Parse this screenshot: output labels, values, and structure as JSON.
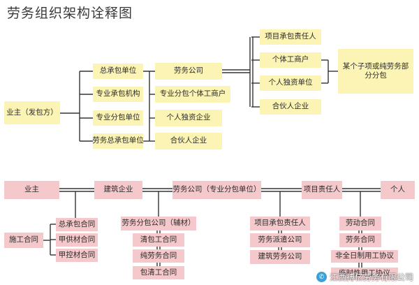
{
  "title": "劳务组织架构诠释图",
  "top": {
    "client": "业主（发包方）",
    "contractors": [
      "总承包单位",
      "专业承包机构",
      "专业分包单位",
      "劳务总承包单位"
    ],
    "labor_company": "劳务公司",
    "specialty_subs": [
      "专业分包个体工商户",
      "个人独资企业",
      "合伙人企业"
    ],
    "project_side": [
      "项目承包责任人",
      "个体工商户",
      "个人独资单位",
      "合伙人企业"
    ],
    "outcome": "某个子项或纯劳务部分分包"
  },
  "bottom": {
    "row": [
      "业主",
      "建筑企业",
      "劳务公司（专业分包单位）",
      "项目责任人",
      "个人"
    ],
    "contract": "施工合同",
    "contract_types": [
      "总承包合同",
      "甲供材合同",
      "甲控材合同"
    ],
    "labor_subs": [
      "劳务分包公司（辅材）",
      "清包工合同",
      "纯劳务合同",
      "包清工合同"
    ],
    "project_items": [
      "项目承包责任人",
      "劳务派遣公司",
      "建筑劳务公司"
    ],
    "person_items": [
      "劳动合同",
      "劳务合同",
      "非全日制用工协议",
      "临时性用工协议"
    ]
  },
  "colors": {
    "yellow": "#fcf4b4",
    "pink": "#f5c9cb",
    "line": "#333333"
  },
  "watermark": {
    "icon": "wechat-logo-icon",
    "text": "江西搏亿劳务有限公司"
  }
}
